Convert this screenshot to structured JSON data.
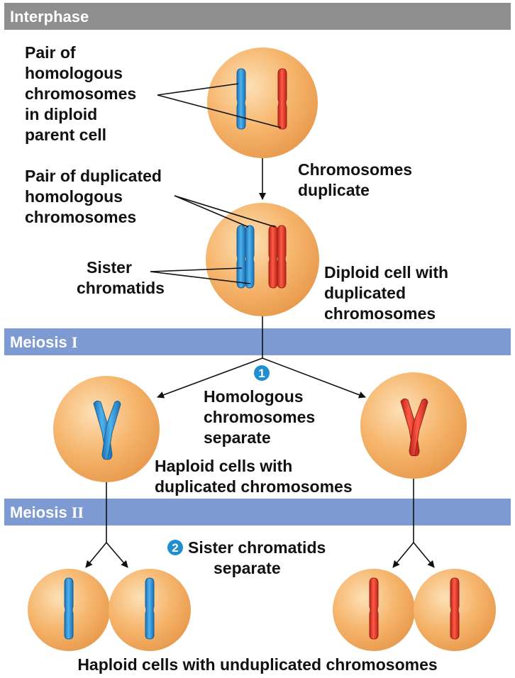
{
  "phases": {
    "interphase": "Interphase",
    "meiosis1": {
      "word": "Meiosis",
      "numeral": "I"
    },
    "meiosis2": {
      "word": "Meiosis",
      "numeral": "II"
    }
  },
  "labels": {
    "homologous_pair": [
      "Pair of",
      "homologous",
      "chromosomes",
      "in diploid",
      "parent cell"
    ],
    "chromosomes_duplicate": [
      "Chromosomes",
      "duplicate"
    ],
    "duplicated_pair": [
      "Pair of duplicated",
      "homologous",
      "chromosomes"
    ],
    "sister_chromatids": [
      "Sister",
      "chromatids"
    ],
    "diploid_cell": [
      "Diploid cell with",
      "duplicated",
      "chromosomes"
    ],
    "homologs_separate": [
      "Homologous",
      "chromosomes",
      "separate"
    ],
    "haploid_duplicated": [
      "Haploid cells with",
      "duplicated chromosomes"
    ],
    "sisters_separate": [
      "Sister chromatids",
      "separate"
    ],
    "final": "Haploid cells with unduplicated chromosomes"
  },
  "steps": {
    "step1": "1",
    "step2": "2"
  },
  "colors": {
    "phase_bar_gray": "#8e8e8e",
    "phase_bar_blue": "#7d9ad2",
    "cell_fill": "#f6b66e",
    "chromosome_blue": "#2a8fd6",
    "chromosome_red": "#e23a2a",
    "step_badge": "#1f8fd0"
  }
}
